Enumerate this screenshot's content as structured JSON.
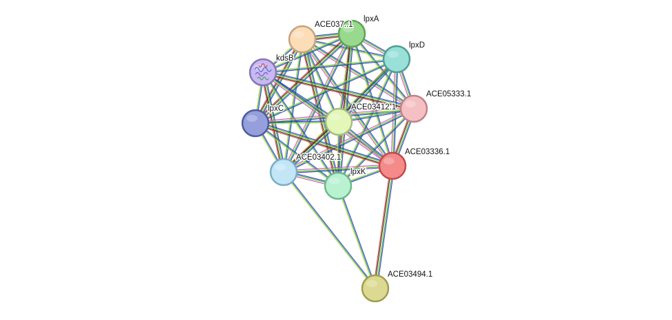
{
  "network": {
    "nodes": [
      {
        "id": "ACE03763.1",
        "label": "ACE037..1",
        "color": "#fddcb8",
        "border": "#c4a37e"
      },
      {
        "id": "lpxA",
        "label": "lpxA",
        "color": "#98d98e",
        "border": "#5fa356"
      },
      {
        "id": "lpxD",
        "label": "lpxD",
        "color": "#98e0d8",
        "border": "#4f9e96"
      },
      {
        "id": "kdsB",
        "label": "kdsB",
        "color": "#c9b8f2",
        "border": "#8474b6",
        "icon": "protein-structure-icon"
      },
      {
        "id": "ACE05333.1",
        "label": "ACE05333.1",
        "color": "#f5c0c4",
        "border": "#c08287"
      },
      {
        "id": "lpxC",
        "label": "lpxC",
        "color": "#949fdc",
        "border": "#4f5a9e"
      },
      {
        "id": "ACE03412.1",
        "label": "ACE03412.1",
        "color": "#e2f7b8",
        "border": "#a7bd80"
      },
      {
        "id": "ACE03336.1",
        "label": "ACE03336.1",
        "color": "#f58a8a",
        "border": "#c34a4a"
      },
      {
        "id": "ACE03402.1",
        "label": "ACE03402.1",
        "color": "#c3e6f7",
        "border": "#7aaec7"
      },
      {
        "id": "lpxK",
        "label": "lpxK",
        "color": "#b8f2d0",
        "border": "#6fb78e"
      },
      {
        "id": "ACE03494.1",
        "label": "ACE03494.1",
        "color": "#dcda92",
        "border": "#a09d4f"
      }
    ],
    "edges": [
      [
        "ACE03763.1",
        "lpxA"
      ],
      [
        "ACE03763.1",
        "lpxD"
      ],
      [
        "ACE03763.1",
        "kdsB"
      ],
      [
        "ACE03763.1",
        "ACE05333.1"
      ],
      [
        "ACE03763.1",
        "lpxC"
      ],
      [
        "ACE03763.1",
        "ACE03412.1"
      ],
      [
        "ACE03763.1",
        "ACE03336.1"
      ],
      [
        "ACE03763.1",
        "ACE03402.1"
      ],
      [
        "ACE03763.1",
        "lpxK"
      ],
      [
        "lpxA",
        "lpxD"
      ],
      [
        "lpxA",
        "kdsB"
      ],
      [
        "lpxA",
        "ACE05333.1"
      ],
      [
        "lpxA",
        "lpxC"
      ],
      [
        "lpxA",
        "ACE03412.1"
      ],
      [
        "lpxA",
        "ACE03336.1"
      ],
      [
        "lpxA",
        "ACE03402.1"
      ],
      [
        "lpxA",
        "lpxK"
      ],
      [
        "lpxD",
        "kdsB"
      ],
      [
        "lpxD",
        "ACE05333.1"
      ],
      [
        "lpxD",
        "lpxC"
      ],
      [
        "lpxD",
        "ACE03412.1"
      ],
      [
        "lpxD",
        "ACE03336.1"
      ],
      [
        "lpxD",
        "ACE03402.1"
      ],
      [
        "lpxD",
        "lpxK"
      ],
      [
        "kdsB",
        "ACE05333.1"
      ],
      [
        "kdsB",
        "lpxC"
      ],
      [
        "kdsB",
        "ACE03412.1"
      ],
      [
        "kdsB",
        "ACE03336.1"
      ],
      [
        "kdsB",
        "ACE03402.1"
      ],
      [
        "kdsB",
        "lpxK"
      ],
      [
        "ACE05333.1",
        "lpxC"
      ],
      [
        "ACE05333.1",
        "ACE03412.1"
      ],
      [
        "ACE05333.1",
        "ACE03336.1"
      ],
      [
        "ACE05333.1",
        "ACE03402.1"
      ],
      [
        "ACE05333.1",
        "lpxK"
      ],
      [
        "lpxC",
        "ACE03412.1"
      ],
      [
        "lpxC",
        "ACE03336.1"
      ],
      [
        "lpxC",
        "ACE03402.1"
      ],
      [
        "lpxC",
        "lpxK"
      ],
      [
        "ACE03412.1",
        "ACE03336.1"
      ],
      [
        "ACE03412.1",
        "ACE03402.1"
      ],
      [
        "ACE03412.1",
        "lpxK"
      ],
      [
        "ACE03336.1",
        "ACE03402.1"
      ],
      [
        "ACE03336.1",
        "lpxK"
      ],
      [
        "ACE03336.1",
        "ACE03494.1"
      ],
      [
        "ACE03402.1",
        "lpxK"
      ],
      [
        "ACE03402.1",
        "ACE03494.1"
      ],
      [
        "lpxK",
        "ACE03494.1"
      ]
    ],
    "evidence_colors": [
      "#2f2fd8",
      "#1fb040",
      "#d4d44a",
      "#222222",
      "#d43a3a",
      "#c44ad4"
    ]
  }
}
